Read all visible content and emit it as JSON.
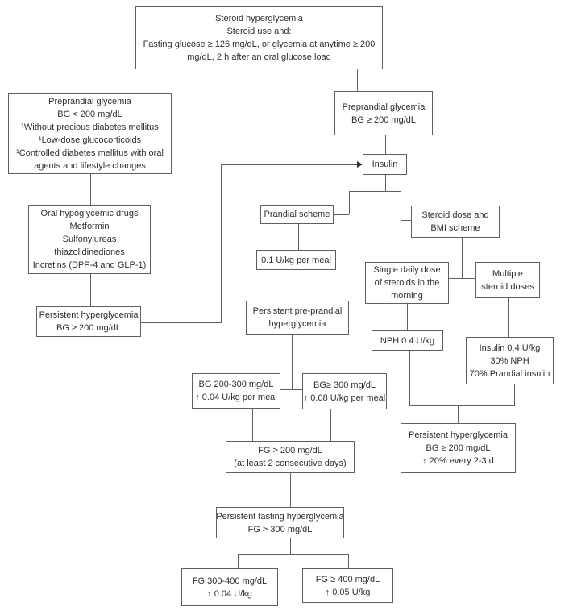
{
  "colors": {
    "background": "#ffffff",
    "border": "#5f5f5f",
    "text": "#2f2f2f",
    "line": "#5f5f5f"
  },
  "nodes": {
    "top": {
      "lines": [
        "Steroid hyperglycemia",
        "Steroid use and:",
        "Fasting glucose ≥  126 mg/dL, or glycemia at anytime ≥  200",
        "mg/dL, 2 h after an oral glucose load"
      ]
    },
    "pre_left": {
      "lines": [
        "Preprandial glycemia",
        "BG < 200 mg/dL",
        "¹Without precious diabetes mellitus",
        "¹Low-dose glucocorticoids",
        "¹Controlled diabetes mellitus with oral",
        "agents and lifestyle changes"
      ]
    },
    "pre_right": {
      "lines": [
        "Preprandial glycemia",
        "BG ≥  200 mg/dL"
      ]
    },
    "insulin": {
      "lines": [
        "Insulin"
      ]
    },
    "oral_drugs": {
      "lines": [
        "Oral hypoglycemic drugs",
        "Metformin",
        "Sulfonylureas",
        "thiazolidinediones",
        "Incretins (DPP-4 and GLP-1)"
      ]
    },
    "persistent_left": {
      "lines": [
        "Persistent hyperglycemia",
        "BG ≥  200 mg/dL"
      ]
    },
    "prandial_scheme": {
      "lines": [
        "Prandial scheme"
      ]
    },
    "dose_01": {
      "lines": [
        "0.1 U/kg per meal"
      ]
    },
    "steroid_bmi": {
      "lines": [
        "Steroid dose and",
        "BMI scheme"
      ]
    },
    "single_daily": {
      "lines": [
        "Single daily dose",
        "of steroids in the",
        "morning"
      ]
    },
    "multiple_doses": {
      "lines": [
        "Multiple",
        "steroid doses"
      ]
    },
    "nph": {
      "lines": [
        "NPH 0.4 U/kg"
      ]
    },
    "insulin_04": {
      "lines": [
        "Insulin 0.4 U/kg",
        "30% NPH",
        "70% Prandial insulin"
      ]
    },
    "persistent_pre": {
      "lines": [
        "Persistent pre-prandial",
        "hyperglycemia"
      ]
    },
    "bg_200_300": {
      "lines": [
        "BG 200-300 mg/dL",
        "↑ 0.04 U/kg per meal"
      ]
    },
    "bg_300": {
      "lines": [
        "BG≥ 300 mg/dL",
        "↑ 0.08 U/kg per meal"
      ]
    },
    "persistent_right": {
      "lines": [
        "Persistent hyperglycemia",
        "BG ≥  200 mg/dL",
        "↑ 20% every 2-3 d"
      ]
    },
    "fg_200": {
      "lines": [
        "FG > 200 mg/dL",
        "(at least 2 consecutive days)"
      ]
    },
    "persistent_fasting": {
      "lines": [
        "Persistent fasting hyperglycemia",
        "FG > 300 mg/dL"
      ]
    },
    "fg_300_400": {
      "lines": [
        "FG 300-400 mg/dL",
        "↑ 0.04 U/kg"
      ]
    },
    "fg_400": {
      "lines": [
        "FG ≥  400 mg/dL",
        "↑ 0.05 U/kg"
      ]
    }
  }
}
